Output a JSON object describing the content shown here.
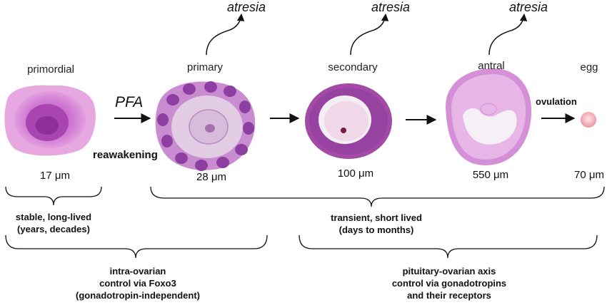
{
  "stages": [
    {
      "id": "primordial",
      "label": "primordial",
      "size": "17 μm"
    },
    {
      "id": "primary",
      "label": "primary",
      "size": "28 μm"
    },
    {
      "id": "secondary",
      "label": "secondary",
      "size": "100 μm"
    },
    {
      "id": "antral",
      "label": "antral",
      "size": "550 μm"
    },
    {
      "id": "egg",
      "label": "egg",
      "size": "70 μm"
    }
  ],
  "atresia_label": "atresia",
  "pfa_label": "PFA",
  "reawakening_label": "reawakening",
  "ovulation_label": "ovulation",
  "groups": {
    "stable": [
      "stable, long-lived",
      "(years, decades)"
    ],
    "transient": [
      "transient, short lived",
      "(days to months)"
    ],
    "intra": [
      "intra-ovarian",
      "control via Foxo3",
      "(gonadotropin-independent)"
    ],
    "pituitary": [
      "pituitary-ovarian axis",
      "control via gonadotropins",
      "and their receptors"
    ]
  },
  "colors": {
    "cell_pink": "#d98ad6",
    "cell_purple": "#9a3a9a",
    "nucleus_dark": "#7a2a86",
    "antrum_white": "#f4f0f6",
    "egg_pink": "#f3b0b8"
  }
}
